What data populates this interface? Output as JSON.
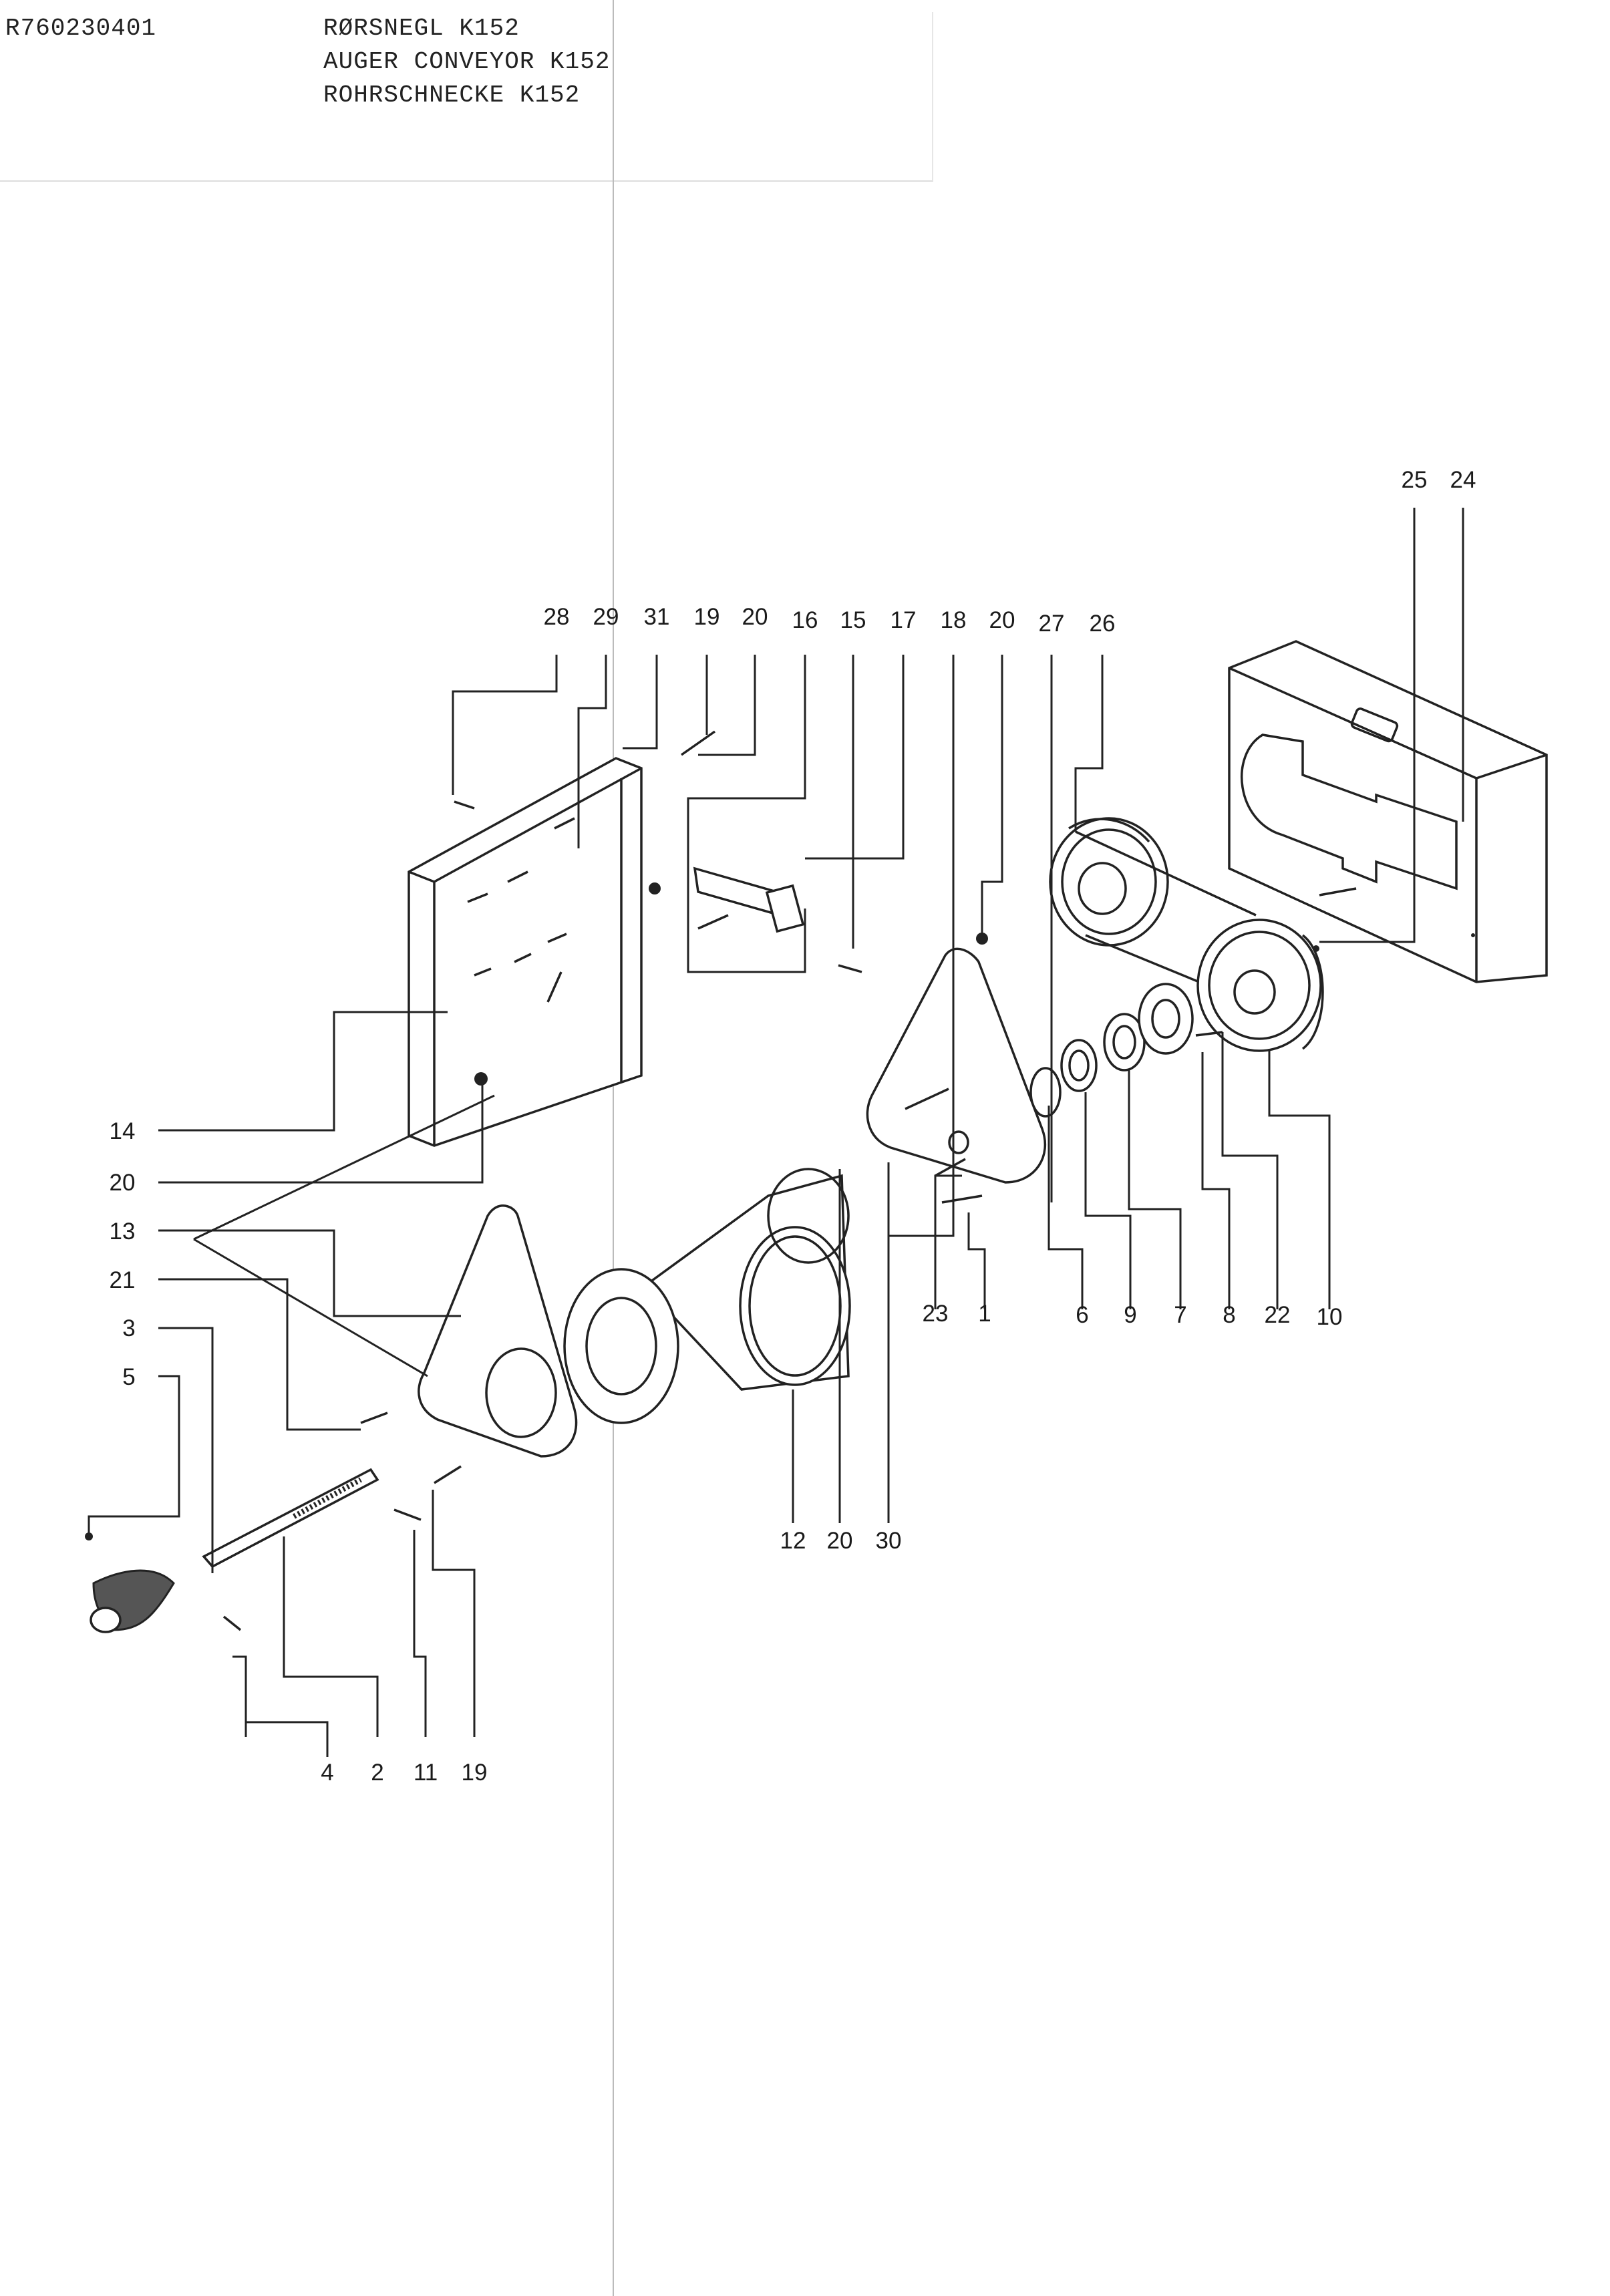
{
  "header": {
    "doc_number": "R760230401",
    "title_da": "RØRSNEGL K152",
    "title_en": "AUGER CONVEYOR K152",
    "title_de": "ROHRSCHNECKE K152"
  },
  "callouts": {
    "c25": "25",
    "c24": "24",
    "c28": "28",
    "c29": "29",
    "c31": "31",
    "c19a": "19",
    "c20a": "20",
    "c16": "16",
    "c15": "15",
    "c17": "17",
    "c18": "18",
    "c20b": "20",
    "c27": "27",
    "c26": "26",
    "c14": "14",
    "c20c": "20",
    "c13": "13",
    "c21": "21",
    "c3": "3",
    "c5": "5",
    "c23": "23",
    "c1": "1",
    "c6": "6",
    "c9": "9",
    "c7": "7",
    "c8": "8",
    "c22": "22",
    "c10": "10",
    "c12": "12",
    "c20d": "20",
    "c30": "30",
    "c4": "4",
    "c2": "2",
    "c11": "11",
    "c19b": "19"
  }
}
